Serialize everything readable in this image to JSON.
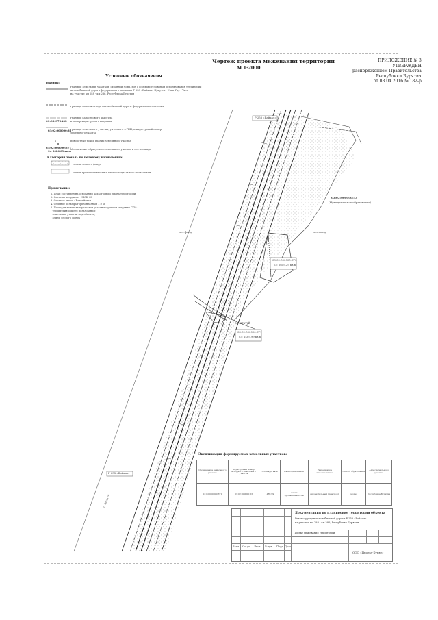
{
  "title": "Чертеж проекта межевания территории",
  "scale": "М 1:2000",
  "appendix": {
    "name": "ПРИЛОЖЕНИЕ № 3",
    "approved": "УТВЕРЖДЕН",
    "by": "распоряжением Правительства",
    "region": "Республики Бурятия",
    "date": "от 08.04.2016 № 182-р"
  },
  "legend": {
    "title": "Условные обозначения",
    "sub": "границы:",
    "items": [
      {
        "code": "",
        "text_lines": [
          "границы земельных участков, охранной зоны, зон с особыми условиями использования территорий",
          "автомобильной дороги федерального значения Р-258 «Байкал» Иркутск - Улан-Удэ - Чита",
          "на участке км 288 - км 286, Республика Бурятия"
        ]
      },
      {
        "code": "",
        "text_lines": [
          "границы полосы отвода автомобильной дороги федерального значения"
        ]
      },
      {
        "code": "03:02:370402",
        "text_lines": [
          "границы кадастрового квартала",
          "и номер кадастрового квартала"
        ]
      },
      {
        "code": "03:02:000000:38",
        "text_lines": [
          "границы земельного участка, учтенного в ГКН, и кадастровый номер",
          "земельного участка"
        ]
      },
      {
        "code": "1",
        "text_lines": [
          "поворотные точки границ земельного участка"
        ]
      },
      {
        "code": "03:02:000000:ЗУ1",
        "code2": "S= 3026.09 кв.м",
        "text_lines": [
          "обозначение образуемого земельного участка и его площадь"
        ]
      }
    ],
    "cat_title": "Категория земель по целевому назначению:",
    "cat_items": [
      "земли лесного фонда",
      "земли промышленности и иного специального назначения"
    ]
  },
  "notes": {
    "title": "Примечание:",
    "lines": [
      "1. План составлен на основании кадастрового плана территории",
      "2. Система координат - МСК-03",
      "3. Система высот - Балтийская",
      "4. Сечение рельефа горизонталями 1.0 м",
      "5. Площади земельных участков указаны с учетом сведений ГКН:",
      "   - территория общего пользования;",
      "   - земельные участки под объекты;",
      "   - земли лесного фонда"
    ]
  },
  "map_labels": {
    "road_top": "Р-258 «Байкал»",
    "parcel_right": "03:02:000000:53",
    "parcel_right_sub": "(Муниципальное образование)",
    "forest_left": "лес.фонд",
    "forest_right": "лес.фонд",
    "zu2": "03:02:000000:ЗУ2",
    "zu2_area": "S= 2649.29 кв.м",
    "river": "р. Загатуй",
    "zu1": "03:02:000000:ЗУ1",
    "zu1_area": "S= 1489.99 кв.м",
    "bottom_left": "Р-258 «Байкал»",
    "direction": "с. Загатуй"
  },
  "table": {
    "title": "Экспликация формируемых земельных участков:",
    "headers": [
      "Обозначение земельного участка",
      "Кадастровый номер исходного земельного участка",
      "Площадь, кв.м",
      "Категория земель",
      "Разрешенное использование",
      "Способ образования",
      "Адрес земельного участка"
    ],
    "row": [
      "03:02:000000:ЗУ1",
      "03:02:000000:53",
      "1489.99",
      "земли промышленности",
      "автомобильный транспорт",
      "раздел",
      "Республика Бурятия"
    ]
  },
  "stamp": {
    "doc_title": "Документация по планировке территории объекта",
    "doc_lines": [
      "Реконструкция автомобильной дороги Р-258 «Байкал»",
      "на участке км 288 - км 286, Республика Бурятия"
    ],
    "sheet_label": "Проект межевания территории",
    "org": "ООО «Проект-Бурят»",
    "rows": [
      "Изм.",
      "Кол.уч",
      "Лист",
      "№ док",
      "Подп.",
      "Дата"
    ]
  }
}
